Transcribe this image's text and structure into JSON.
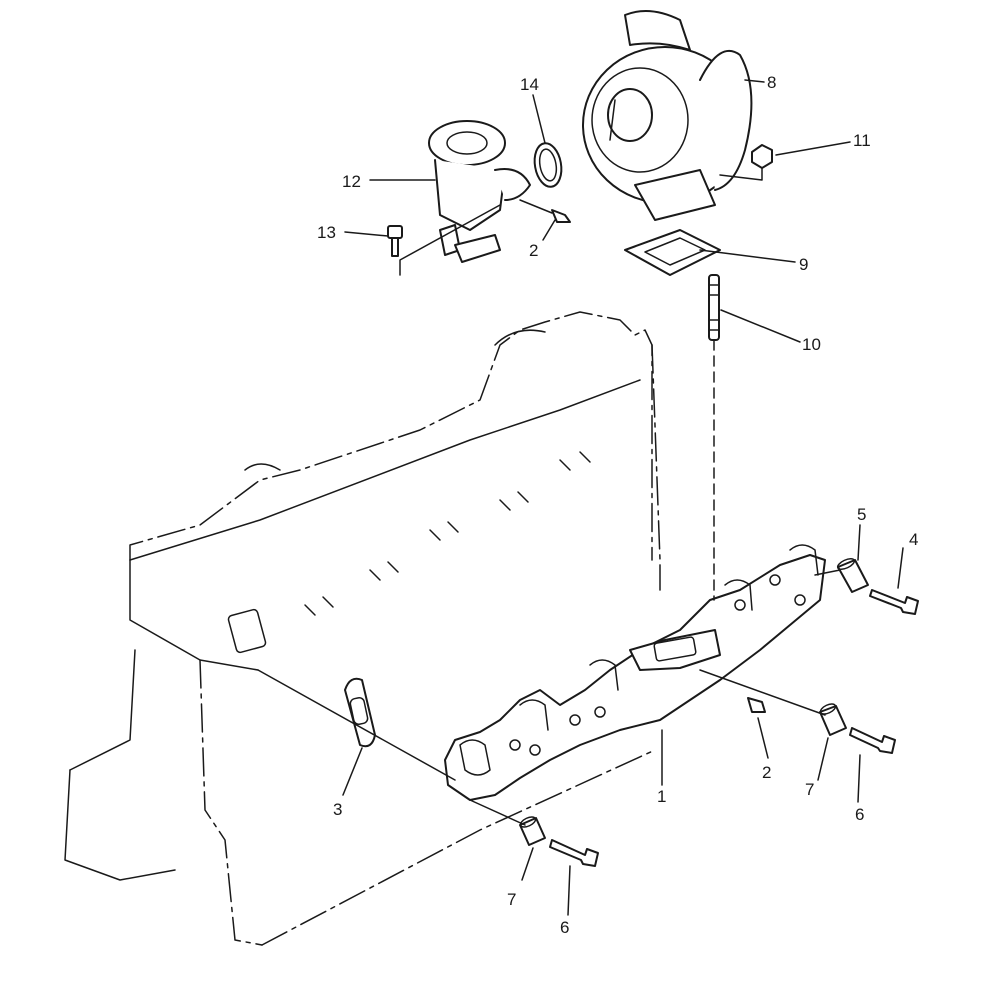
{
  "diagram": {
    "labels": {
      "l1": "1",
      "l2a": "2",
      "l2b": "2",
      "l3": "3",
      "l4": "4",
      "l5": "5",
      "l6a": "6",
      "l6b": "6",
      "l7a": "7",
      "l7b": "7",
      "l8": "8",
      "l9": "9",
      "l10": "10",
      "l11": "11",
      "l12": "12",
      "l13": "13",
      "l14": "14"
    }
  }
}
